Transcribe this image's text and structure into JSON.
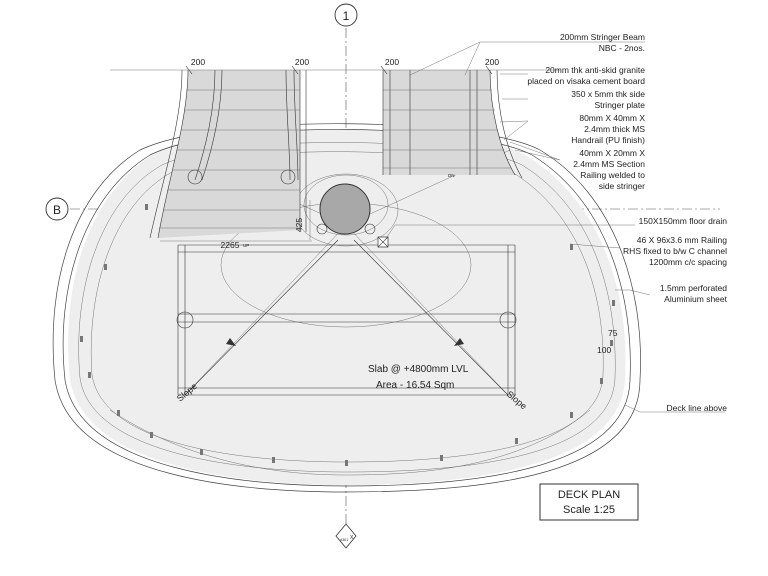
{
  "grid": {
    "vertical_label": "1",
    "horizontal_label": "B"
  },
  "dimensions": {
    "stair_widths": [
      "200",
      "200",
      "200",
      "200"
    ],
    "landing_width": "2265",
    "landing_depth": "425",
    "rail_offset_a": "75",
    "rail_offset_b": "100"
  },
  "stair_labels": {
    "up": "UP",
    "down": "DN"
  },
  "slope_labels": [
    "Slope",
    "Slope"
  ],
  "slab": {
    "level": "Slab @ +4800mm LVL",
    "area": "Area - 16.54 Sqm"
  },
  "annotations": [
    {
      "lines": [
        "200mm Stringer Beam",
        "NBC - 2nos."
      ]
    },
    {
      "lines": [
        "20mm thk anti-skid granite",
        "placed on visaka cement board"
      ]
    },
    {
      "lines": [
        "350 x 5mm thk side",
        "Stringer plate"
      ]
    },
    {
      "lines": [
        "80mm X 40mm X",
        "2.4mm thick MS",
        "Handrail (PU finish)"
      ]
    },
    {
      "lines": [
        "40mm X 20mm X",
        "2.4mm MS Section",
        "Railing welded to",
        "side stringer"
      ]
    },
    {
      "lines": [
        "150X150mm floor drain"
      ]
    },
    {
      "lines": [
        "46 X 96x3.6 mm Railing",
        "RHS fixed to b/w C channel",
        "1200mm c/c spacing"
      ]
    },
    {
      "lines": [
        "1.5mm perforated",
        "Aluminium sheet"
      ]
    },
    {
      "lines": [
        "Deck line above"
      ]
    }
  ],
  "title_block": {
    "title": "DECK PLAN",
    "scale": "Scale 1:25"
  },
  "section_marker": {
    "label": "X",
    "sheet": "A301"
  }
}
